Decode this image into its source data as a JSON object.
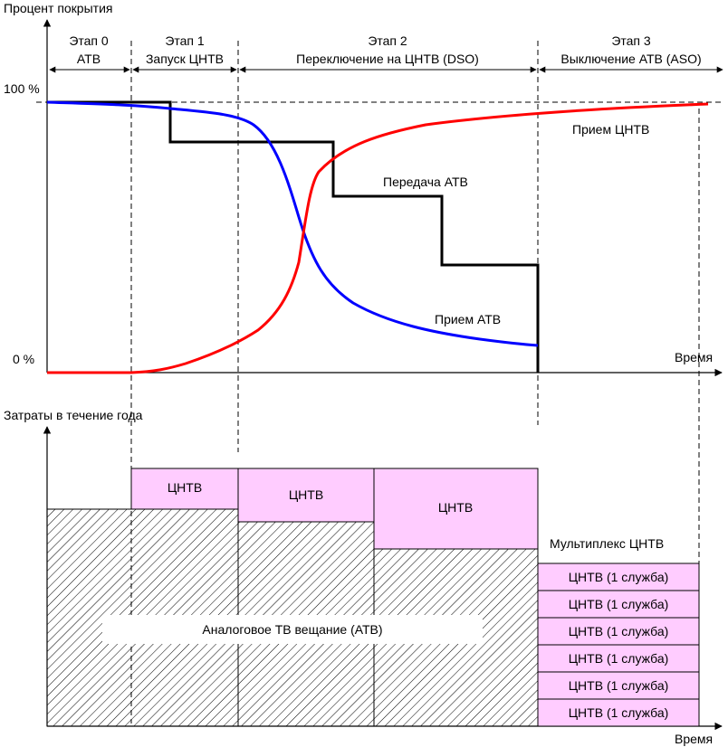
{
  "top_chart": {
    "y_axis_label": "Процент покрытия",
    "x_axis_label": "Время",
    "y_tick_100": "100 %",
    "y_tick_0": "0 %",
    "stages": [
      {
        "line1": "Этап 0",
        "line2": "АТВ"
      },
      {
        "line1": "Этап 1",
        "line2": "Запуск ЦНТВ"
      },
      {
        "line1": "Этап 2",
        "line2": "Переключение на ЦНТВ (DSO)"
      },
      {
        "line1": "Этап 3",
        "line2": "Выключение АТВ (ASO)"
      }
    ],
    "labels": {
      "dtv_reception": "Прием ЦНТВ",
      "atv_transmission": "Передача АТВ",
      "atv_reception": "Прием АТВ"
    },
    "colors": {
      "atv_reception": "#0000ff",
      "dtv_reception": "#ff0000",
      "atv_transmission": "#000000"
    }
  },
  "bottom_chart": {
    "y_axis_label": "Затраты в течение года",
    "x_axis_label": "Время",
    "dtv_block_label": "ЦНТВ",
    "analog_label": "Аналоговое ТВ вещание (АТВ)",
    "multiplex_title": "Мультиплекс ЦНТВ",
    "multiplex_items": [
      "ЦНТВ (1 служба)",
      "ЦНТВ (1 служба)",
      "ЦНТВ (1 служба)",
      "ЦНТВ (1 служба)",
      "ЦНТВ (1 служба)",
      "ЦНТВ (1 служба)"
    ],
    "colors": {
      "dtv_fill": "#ffccff"
    }
  }
}
